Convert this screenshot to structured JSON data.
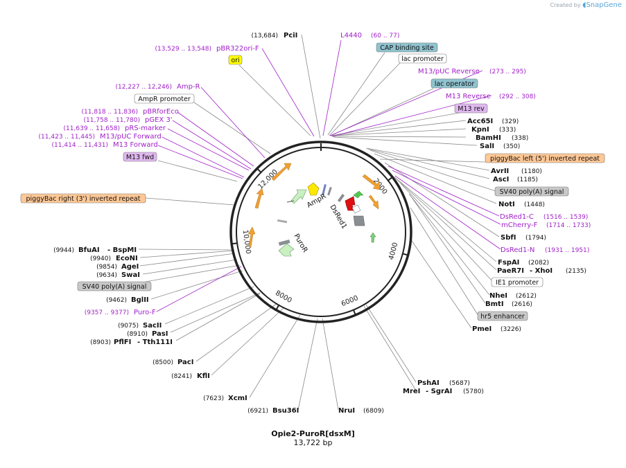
{
  "credit": {
    "created_by": "Created by",
    "brand": "SnapGene"
  },
  "plasmid": {
    "name": "Opie2-PuroR[dsxM]",
    "size_label": "13,722 bp",
    "length": 13722
  },
  "ticks": [
    {
      "pos": 2000,
      "label": "2000"
    },
    {
      "pos": 4000,
      "label": "4000"
    },
    {
      "pos": 6000,
      "label": "6000"
    },
    {
      "pos": 8000,
      "label": "8000"
    },
    {
      "pos": 10000,
      "label": "10,000"
    },
    {
      "pos": 12000,
      "label": "12,000"
    }
  ],
  "colors": {
    "feature_label_purple": "#a020c8",
    "enzyme_text": "#111111",
    "leader_grey": "#888888",
    "box_yellow": "#ffff00",
    "box_teal": "#8fc3cf",
    "box_lavender": "#e0b8f0",
    "box_orange": "#ffc896",
    "box_grey": "#c8c8c8",
    "box_white": "#ffffff",
    "arrow_orange": "#f0a030",
    "arrow_light_green": "#c8f0c0",
    "arrow_yellow": "#ffe800",
    "arrow_red": "#e01010",
    "arrow_green": "#50c850",
    "arrow_grey": "#8a8e92",
    "arrow_blue_grey": "#7080a0"
  },
  "features": {
    "pBR322ori": {
      "name": "pBR322ori-F",
      "range": "(13,529 .. 13,548)"
    },
    "L4440": {
      "name": "L4440",
      "range": "(60 .. 77)"
    },
    "ori": {
      "name": "ori"
    },
    "CAP": {
      "name": "CAP binding site"
    },
    "lacpromoter": {
      "name": "lac promoter"
    },
    "M13pUCRev": {
      "name": "M13/pUC Reverse",
      "range": "(273 .. 295)"
    },
    "lacop": {
      "name": "lac operator"
    },
    "M13Reverse": {
      "name": "M13 Reverse",
      "range": "(292 .. 308)"
    },
    "M13rev": {
      "name": "M13 rev"
    },
    "AmpR_primer": {
      "name": "Amp-R",
      "range": "(12,227 .. 12,246)"
    },
    "AmpRpromoter": {
      "name": "AmpR promoter"
    },
    "pBRforEco": {
      "name": "pBRforEco",
      "range": "(11,818 .. 11,836)"
    },
    "pGEX3": {
      "name": "pGEX 3'",
      "range": "(11,758 .. 11,780)"
    },
    "pRSmarker": {
      "name": "pRS-marker",
      "range": "(11,639 .. 11,658)"
    },
    "M13pUCFwd": {
      "name": "M13/pUC Forward",
      "range": "(11,423 .. 11,445)"
    },
    "M13Forward": {
      "name": "M13 Forward",
      "range": "(11,414 .. 11,431)"
    },
    "M13fwd": {
      "name": "M13 fwd"
    },
    "piggyBacRight": {
      "name": "piggyBac right (3') inverted repeat"
    },
    "piggyBacLeft": {
      "name": "piggyBac left (5') inverted repeat"
    },
    "SV40pA1": {
      "name": "SV40 poly(A) signal"
    },
    "SV40pA2": {
      "name": "SV40 poly(A) signal"
    },
    "DsRed1C": {
      "name": "DsRed1-C",
      "range": "(1516 .. 1539)"
    },
    "mCherryF": {
      "name": "mCherry-F",
      "range": "(1714 .. 1733)"
    },
    "DsRed1N": {
      "name": "DsRed1-N",
      "range": "(1931 .. 1951)"
    },
    "IE1": {
      "name": "IE1 promoter"
    },
    "hr5": {
      "name": "hr5 enhancer"
    },
    "PuroF": {
      "name": "Puro-F",
      "range": "(9357 .. 9377)"
    },
    "AmpR_ring": {
      "name": "AmpR"
    },
    "DsRed1_ring": {
      "name": "DsRed1"
    },
    "PuroR_ring": {
      "name": "PuroR"
    }
  },
  "enzymes": {
    "PciI": {
      "name": "PciI",
      "pos": "(13,684)"
    },
    "Acc65I": {
      "name": "Acc65I",
      "pos": "(329)"
    },
    "KpnI": {
      "name": "KpnI",
      "pos": "(333)"
    },
    "BamHI": {
      "name": "BamHI",
      "pos": "(338)"
    },
    "SalI": {
      "name": "SalI",
      "pos": "(350)"
    },
    "AvrII": {
      "name": "AvrII",
      "pos": "(1180)"
    },
    "AscI": {
      "name": "AscI",
      "pos": "(1185)"
    },
    "NotI": {
      "name": "NotI",
      "pos": "(1448)"
    },
    "SbfI": {
      "name": "SbfI",
      "pos": "(1794)"
    },
    "FspAI": {
      "name": "FspAI",
      "pos": "(2082)"
    },
    "PaeR7I": {
      "name": "PaeR7I",
      "sep": "- XhoI",
      "pos": "(2135)"
    },
    "NheI": {
      "name": "NheI",
      "pos": "(2612)"
    },
    "BmtI": {
      "name": "BmtI",
      "pos": "(2616)"
    },
    "PmeI": {
      "name": "PmeI",
      "pos": "(3226)"
    },
    "PshAI": {
      "name": "PshAI",
      "pos": "(5687)"
    },
    "MreI": {
      "name": "MreI",
      "sep": "- SgrAI",
      "pos": "(5780)"
    },
    "NruI": {
      "name": "NruI",
      "pos": "(6809)"
    },
    "Bsu36I": {
      "name": "Bsu36I",
      "pos": "(6921)"
    },
    "XcmI": {
      "name": "XcmI",
      "pos": "(7623)"
    },
    "KflI": {
      "name": "KflI",
      "pos": "(8241)"
    },
    "PacI": {
      "name": "PacI",
      "pos": "(8500)"
    },
    "PflFI": {
      "name": "PflFI",
      "sep": "- Tth111I",
      "pos": "(8903)"
    },
    "PasI": {
      "name": "PasI",
      "pos": "(8910)"
    },
    "SacII": {
      "name": "SacII",
      "pos": "(9075)"
    },
    "BglII": {
      "name": "BglII",
      "pos": "(9462)"
    },
    "SwaI": {
      "name": "SwaI",
      "pos": "(9634)"
    },
    "AgeI": {
      "name": "AgeI",
      "pos": "(9854)"
    },
    "EcoNI": {
      "name": "EcoNI",
      "pos": "(9940)"
    },
    "BfuAI": {
      "name": "BfuAI",
      "sep": "- BspMI",
      "pos": "(9944)"
    }
  }
}
